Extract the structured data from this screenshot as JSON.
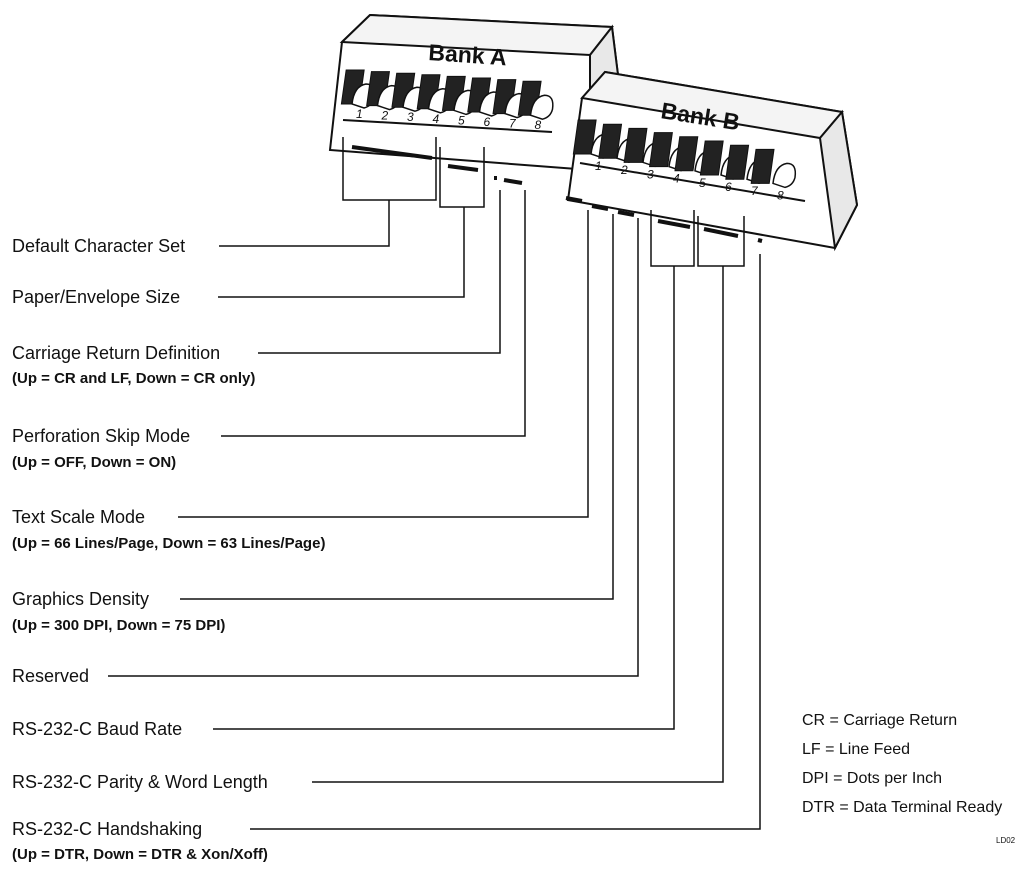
{
  "banks": {
    "a": {
      "title": "Bank A",
      "switch_numbers": [
        "1",
        "2",
        "3",
        "4",
        "5",
        "6",
        "7",
        "8"
      ]
    },
    "b": {
      "title": "Bank B",
      "switch_numbers": [
        "1",
        "2",
        "3",
        "4",
        "5",
        "6",
        "7",
        "8"
      ]
    }
  },
  "labels": [
    {
      "text": "Default Character Set",
      "note": ""
    },
    {
      "text": "Paper/Envelope Size",
      "note": ""
    },
    {
      "text": "Carriage Return Definition",
      "note": "(Up = CR and LF, Down = CR only)"
    },
    {
      "text": "Perforation Skip Mode",
      "note": "(Up = OFF, Down = ON)"
    },
    {
      "text": "Text Scale Mode",
      "note": "(Up = 66 Lines/Page, Down = 63 Lines/Page)"
    },
    {
      "text": "Graphics Density",
      "note": "(Up = 300 DPI, Down = 75 DPI)"
    },
    {
      "text": "Reserved",
      "note": ""
    },
    {
      "text": "RS-232-C Baud Rate",
      "note": ""
    },
    {
      "text": "RS-232-C Parity & Word Length",
      "note": ""
    },
    {
      "text": "RS-232-C Handshaking",
      "note": "(Up = DTR, Down = DTR & Xon/Xoff)"
    }
  ],
  "legend": [
    "CR = Carriage Return",
    "LF = Line Feed",
    "DPI = Dots per Inch",
    "DTR = Data Terminal Ready"
  ],
  "figure_code": "LD02"
}
